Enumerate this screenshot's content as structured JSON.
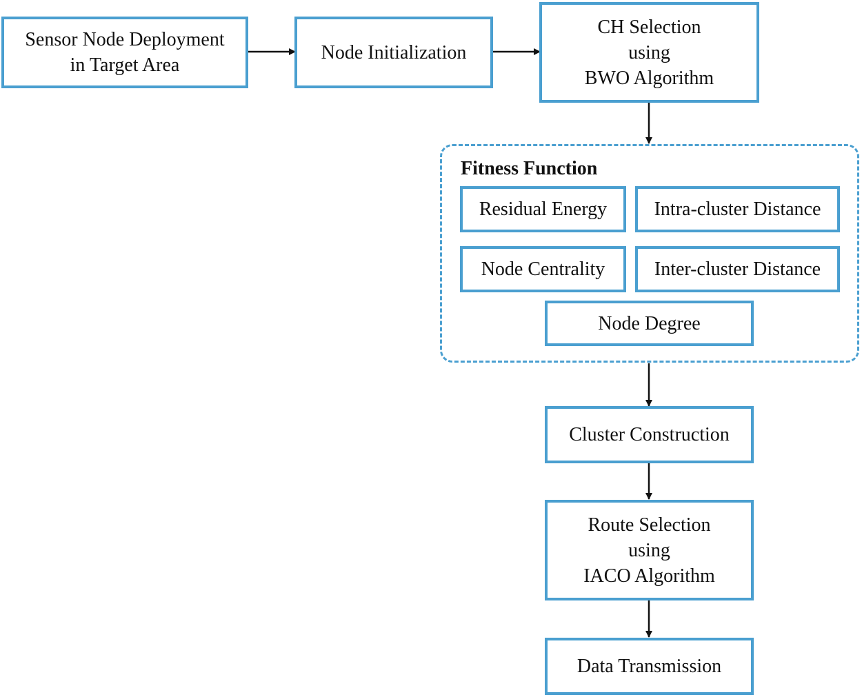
{
  "nodes": {
    "deployment": [
      "Sensor Node Deployment",
      "in Target Area"
    ],
    "initialization": "Node Initialization",
    "ch_selection": [
      "CH Selection",
      "using",
      "BWO Algorithm"
    ],
    "fitness": {
      "title": "Fitness Function",
      "residual_energy": "Residual Energy",
      "intra_cluster": "Intra-cluster Distance",
      "node_centrality": "Node Centrality",
      "inter_cluster": "Inter-cluster Distance",
      "node_degree": "Node Degree"
    },
    "cluster_construction": "Cluster Construction",
    "route_selection": [
      "Route Selection",
      "using",
      "IACO Algorithm"
    ],
    "data_transmission": "Data Transmission"
  },
  "colors": {
    "box_border": "#4a9fd0",
    "arrow": "#111111"
  }
}
